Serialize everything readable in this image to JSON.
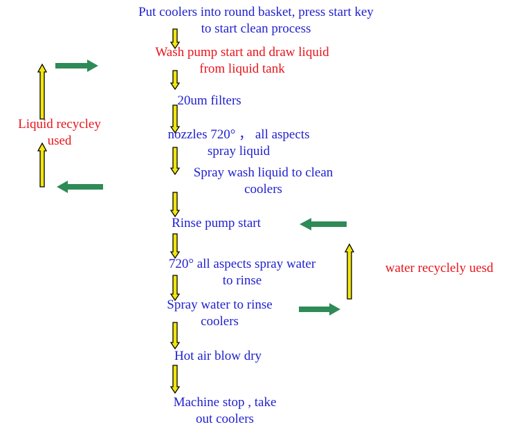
{
  "colors": {
    "step_text": "#1f1fd0",
    "highlight_text": "#e8141b",
    "flow_arrow_fill": "#f2e60f",
    "flow_arrow_stroke": "#000000",
    "recycle_arrow": "#2e8b57"
  },
  "steps": {
    "s1": "Put coolers into round basket, press start key\nto start clean process",
    "s2": "Wash pump start and draw liquid\nfrom liquid tank",
    "s3": "20um filters",
    "s4": "nozzles 720°  ， all aspects\nspray liquid",
    "s5": "Spray wash liquid to clean\ncoolers",
    "s6": "Rinse  pump start",
    "s7": "720°   all aspects spray water\nto rinse",
    "s8": "Spray water to rinse\ncoolers",
    "s9": "Hot air blow dry",
    "s10": "Machine stop , take\nout coolers"
  },
  "side_labels": {
    "liquid_recycle": "Liquid recycley\nused",
    "water_recycle": "water recyclely uesd"
  }
}
